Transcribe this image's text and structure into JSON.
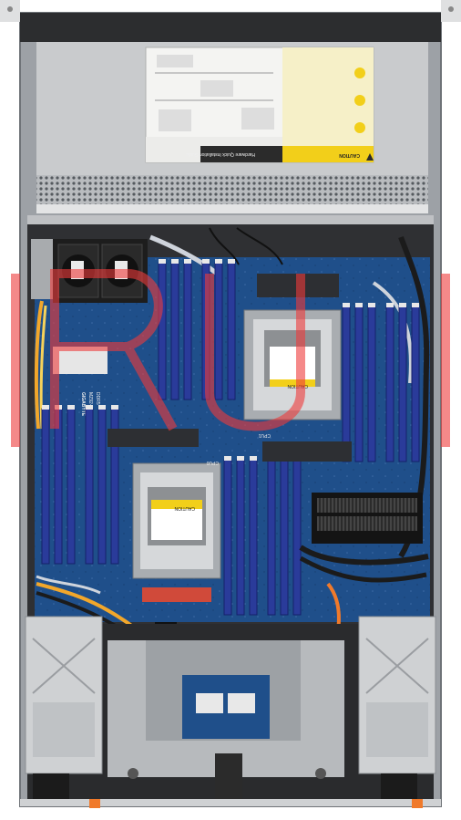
{
  "image": {
    "alt": "Top-down photo of an open 1U rack server chassis with a dual-socket motherboard",
    "watermark": "ru"
  },
  "labels": {
    "guide_title": "Hardware Quick Installation Guide",
    "caution_title": "CAUTION",
    "cpu0_label": "CPU0",
    "cpu1_label": "CPU1",
    "board_brand": "GIGABYTE",
    "board_model": "MZ92-FS0",
    "board_mem": "DDR5",
    "socket_caution_a": "CAUTION",
    "socket_caution_b": "CAUTION"
  },
  "colors": {
    "board_blue": "#1f4f8a",
    "dimm_blue": "#2a3b9a",
    "chassis_gray": "#c9cbcd",
    "caution_yellow": "#f2cf1a",
    "watermark_red": "#ee3b3b"
  },
  "components": {
    "dimm_slots_per_bank": 6,
    "cpu_sockets": 2,
    "fan_count": 2,
    "psu_count": 2
  }
}
